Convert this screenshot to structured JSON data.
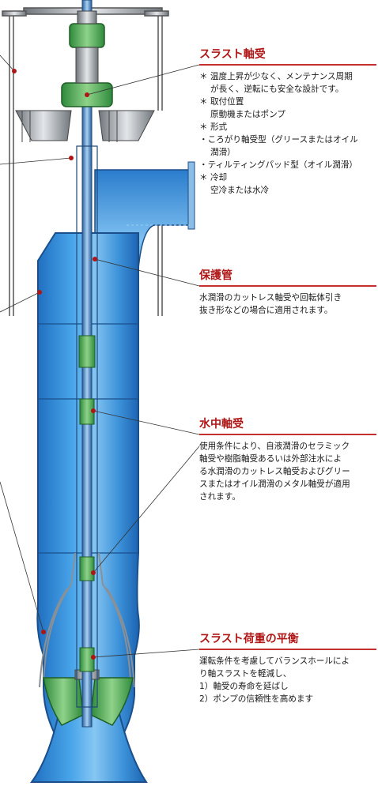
{
  "sections": {
    "thrust_bearing": {
      "title": "スラスト軸受",
      "lines": [
        {
          "text": "＊ 温度上昇が少なく、メンテナンス周期",
          "indent": false
        },
        {
          "text": "が長く、逆転にも安全な設計です。",
          "indent": true
        },
        {
          "text": "＊ 取付位置",
          "indent": false
        },
        {
          "text": "原動機またはポンプ",
          "indent": true
        },
        {
          "text": "＊ 形式",
          "indent": false
        },
        {
          "text": "・ころがり軸受型（グリースまたはオイル",
          "indent": false
        },
        {
          "text": "潤滑）",
          "indent": true
        },
        {
          "text": "・ティルティングパッド型（オイル潤滑）",
          "indent": false
        },
        {
          "text": "＊ 冷却",
          "indent": false
        },
        {
          "text": "空冷または水冷",
          "indent": true
        }
      ]
    },
    "protection_tube": {
      "title": "保護管",
      "lines": [
        {
          "text": "水潤滑のカットレス軸受や回転体引き",
          "indent": false
        },
        {
          "text": "抜き形などの場合に適用されます。",
          "indent": false
        }
      ]
    },
    "underwater_bearing": {
      "title": "水中軸受",
      "lines": [
        {
          "text": "使用条件により、自液潤滑のセラミック",
          "indent": false
        },
        {
          "text": "軸受や樹脂軸受あるいは外部注水によ",
          "indent": false
        },
        {
          "text": "る水潤滑のカットレス軸受およびグリー",
          "indent": false
        },
        {
          "text": "スまたはオイル潤滑のメタル軸受が適用",
          "indent": false
        },
        {
          "text": "されます。",
          "indent": false
        }
      ]
    },
    "thrust_balance": {
      "title": "スラスト荷重の平衡",
      "lines": [
        {
          "text": "運転条件を考慮してバランスホールによ",
          "indent": false
        },
        {
          "text": "り軸スラストを軽減し、",
          "indent": false
        },
        {
          "text": "1）軸受の寿命を延ばし",
          "indent": false
        },
        {
          "text": "2）ポンプの信頼性を高めます",
          "indent": false
        }
      ]
    }
  },
  "colors": {
    "accent_red": "#b01515",
    "casing_blue": "#3d93d8",
    "bearing_green": "#4fae57",
    "steel_gray": "#9aa0a6"
  }
}
